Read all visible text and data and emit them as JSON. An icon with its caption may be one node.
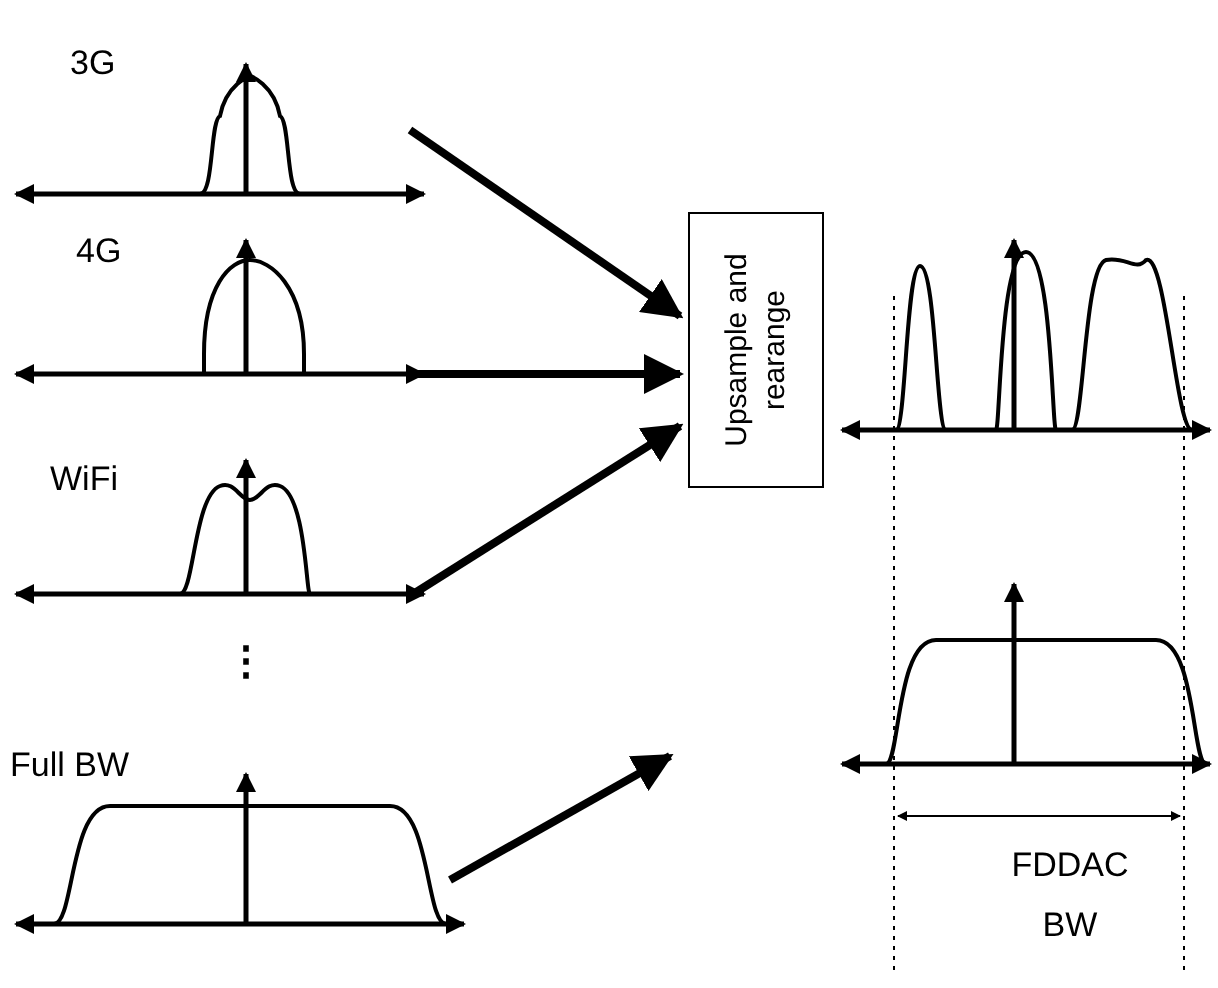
{
  "diagram": {
    "nodes": [
      {
        "text": [
          "3G"
        ]
      },
      {
        "text": [
          "4G"
        ]
      },
      {
        "text": [
          "WiFi"
        ]
      },
      {
        "text": [
          "Full BW"
        ]
      },
      {
        "text": [
          "Upsample and rearange"
        ]
      },
      {
        "text": [],
        "shape": "picture"
      },
      {
        "text": [],
        "shape": "picture"
      }
    ],
    "edges": [
      {
        "from": 0,
        "to": 4,
        "arrow": "to"
      },
      {
        "from": 1,
        "to": 4,
        "arrow": "to"
      },
      {
        "from": 2,
        "to": 4,
        "arrow": "to"
      },
      {
        "from": 3,
        "to": null,
        "arrow": "to"
      }
    ],
    "labels": [
      "⋮",
      "FDDAC BW"
    ]
  }
}
